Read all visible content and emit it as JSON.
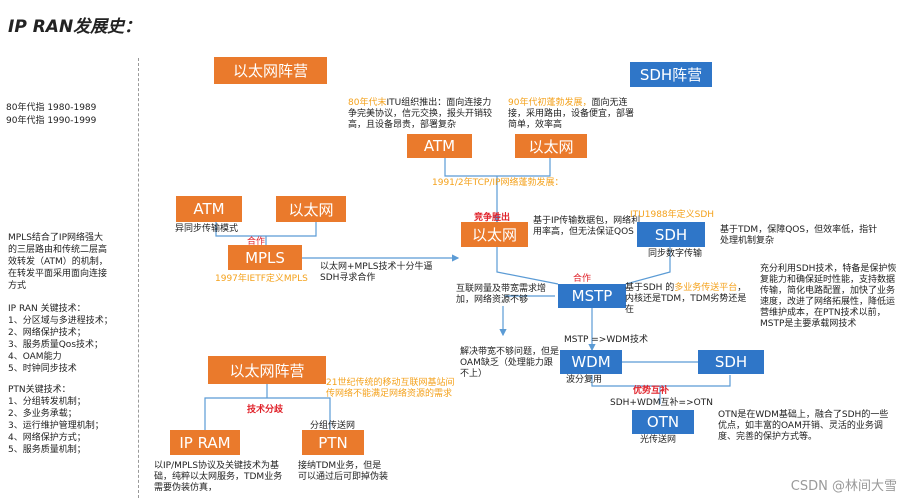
{
  "title": "IP RAN发展史：",
  "side": {
    "era80": "80年代指 1980-1989",
    "era90": "90年代指 1990-1999",
    "mpls_note": [
      "MPLS结合了IP网络强大",
      "的三层路由和传统二层高",
      "效转发（ATM）的机制，",
      "在转发平面采用面向连接",
      "方式"
    ],
    "ipran_title": "IP RAN 关键技术：",
    "ipran_items": [
      "1、分区域与多进程技术；",
      "2、网络保护技术；",
      "3、服务质量Qos技术；",
      "4、OAM能力",
      "5、时钟同步技术"
    ],
    "ptn_title": "PTN关键技术：",
    "ptn_items": [
      "1、分组转发机制；",
      "2、多业务承载；",
      "3、运行维护管理机制；",
      "4、网络保护方式；",
      "5、服务质量机制；"
    ]
  },
  "camps": {
    "ethernet": "以太网阵营",
    "sdh": "SDH阵营",
    "ethernet2": "以太网阵营"
  },
  "boxes": {
    "atm1": "ATM",
    "eth1": "以太网",
    "atm2": "ATM",
    "eth2": "以太网",
    "mpls": "MPLS",
    "eth3": "以太网",
    "sdh1": "SDH",
    "mstp": "MSTP",
    "wdm": "WDM",
    "sdh2": "SDH",
    "otn": "OTN",
    "ipram": "IP RAM",
    "ptn": "PTN"
  },
  "notes": {
    "atm_yel": "80年代末",
    "atm_rest": "ITU组织推出：面向连接力争完美协议，信元交换，报头开销较高，且设备昂贵，部署复杂",
    "eth_yel": "90年代初蓬勃发展，",
    "eth_rest": "面向无连接，采用路由，设备便宜，部署简单，效率高",
    "tcpip": "1991/2年TCP/IP网络蓬勃发展：",
    "compete": "竞争胜出",
    "eth3_note": "基于IP传输数据包，网络利用率高，但无法保证QOS",
    "itu1988": "ITU1988年定义SDH",
    "sdh_note": "基于TDM，保障QOS，但效率低，指针处理机制复杂",
    "sdh_sub": "同步数字传输",
    "async": "异同步传输模式",
    "combine": "合作",
    "mpls_year": "1997年IETF定义MPLS",
    "mpls_eth": "以太网+MPLS技术十分牛逼SDH寻求合作",
    "interconnect": "互联网量及带宽需求增加，网络资源不够",
    "combine2": "合作",
    "mstp_left": "基于SDH 的",
    "mstp_yel": "多业务传送平台",
    "mstp_right": "，内核还是TDM，TDM劣势还是在",
    "sdh_desc": "充分利用SDH技术，特备是保护恢复能力和确保延时性能，支持数据传输，简化电路配置，加快了业务速度，改进了网络拓展性，降低运营维护成本，在PTN技术以前，MSTP是主要承载网技术",
    "mstp_wdm": "MSTP =>WDM技术",
    "solve": "解决带宽不够问题，但是OAM缺乏（处理能力跟不上）",
    "wave": "波分复用",
    "advantage": "优势互补",
    "sdh_wdm": "SDH+WDM互补=>OTN",
    "otn_note": "OTN是在WDM基础上，融合了SDH的一些优点，如丰富的OAM开销、灵活的业务调度、完善的保护方式等。",
    "optical": "光传送网",
    "tech_split": "技术分歧",
    "c21": "21世纪传统的移动互联网基站间传网络不能满足网络资源的需求",
    "packet": "分组传送网",
    "ipram_note": "以IP/MPLS协议及关键技术为基础，纯粹以太网服务，TDM业务需要伪装仿真，",
    "ptn_note": "接纳TDM业务，但是可以通过后可即掉伪装"
  },
  "watermark": "CSDN @林间大雪"
}
